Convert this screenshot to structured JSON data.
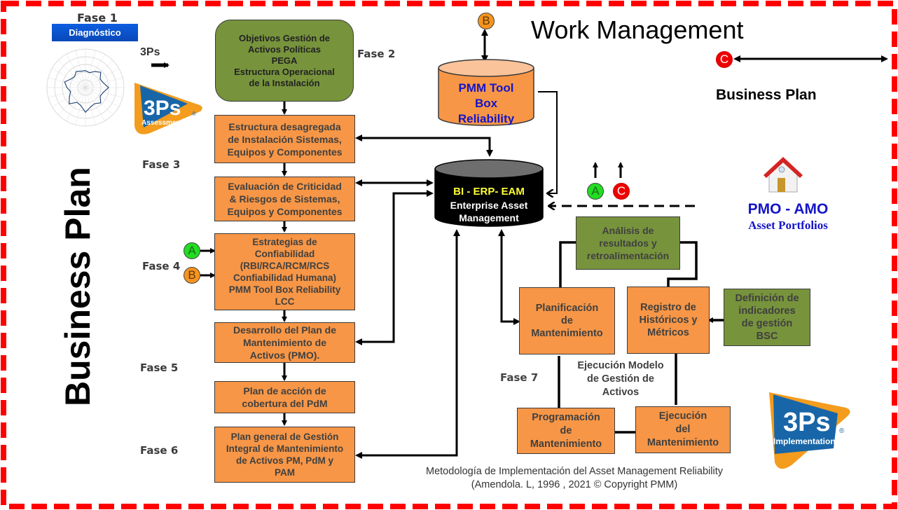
{
  "header": {
    "title": "Work Management",
    "business_plan_top": "Business Plan",
    "business_plan_side": "Business Plan"
  },
  "phase1": {
    "label": "Fase 1",
    "badge": "Diagnóstico",
    "three_ps": "3Ps",
    "logo_assessment": {
      "mark": "3Ps",
      "caption": "Assessment",
      "reg": "®"
    }
  },
  "phases": {
    "fase2": "Fase 2",
    "fase3": "Fase 3",
    "fase4": "Fase 4",
    "fase5": "Fase 5",
    "fase6": "Fase 6",
    "fase7": "Fase 7"
  },
  "flow": {
    "objectives": "Objetivos Gestión de\nActivos Políticas\nPEGA\nEstructura Operacional\nde la Instalación",
    "breakdown": "Estructura desagregada\nde Instalación Sistemas,\nEquipos y Componentes",
    "criticality": "Evaluación de Criticidad\n& Riesgos de Sistemas,\nEquipos y Componentes",
    "strategies": "Estrategias de\nConfiabilidad\n(RBI/RCA/RCM/RCS\nConfiabilidad Humana)\nPMM Tool Box Reliability\nLCC",
    "pmo": "Desarrollo del Plan de\nMantenimiento de\nActivos (PMO).",
    "pdm": "Plan de acción de\ncobertura del PdM",
    "general_plan": "Plan general de Gestión\nIntegral de Mantenimiento\nde Activos PM, PdM y\nPAM"
  },
  "databases": {
    "toolbox": "PMM Tool\nBox\nReliability",
    "eam_title": "BI - ERP- EAM",
    "eam_subtitle": "Enterprise Asset\nManagement"
  },
  "connectors": {
    "a": "A",
    "b": "B",
    "c": "C"
  },
  "pmo_amo": {
    "title": "PMO - AMO",
    "subtitle": "Asset Portfolios"
  },
  "cycle": {
    "analysis": "Análisis de\nresultados y\nretroalimentación",
    "planning": "Planificación\nde\nMantenimiento",
    "records": "Registro de\nHistóricos y\nMétricos",
    "indicators": "Definición de\nindicadores\nde gestión\nBSC",
    "execution_model": "Ejecución Modelo\nde Gestión de\nActivos",
    "scheduling": "Programación\nde\nMantenimiento",
    "execution": "Ejecución\ndel\nMantenimiento"
  },
  "logo_implementation": {
    "mark": "3Ps",
    "caption": "Implementation",
    "reg": "®"
  },
  "footer": {
    "line1": "Metodología de Implementación del Asset Management Reliability",
    "line2": "(Amendola. L, 1996 , 2021 © Copyright PMM)"
  },
  "colors": {
    "border": "#ff0000",
    "orange_box": "#f79646",
    "green_box": "#77933c",
    "diagnostic_blue": "#0a55d6",
    "title_blue": "#1515c8",
    "eam_yellow": "#ffff33"
  }
}
